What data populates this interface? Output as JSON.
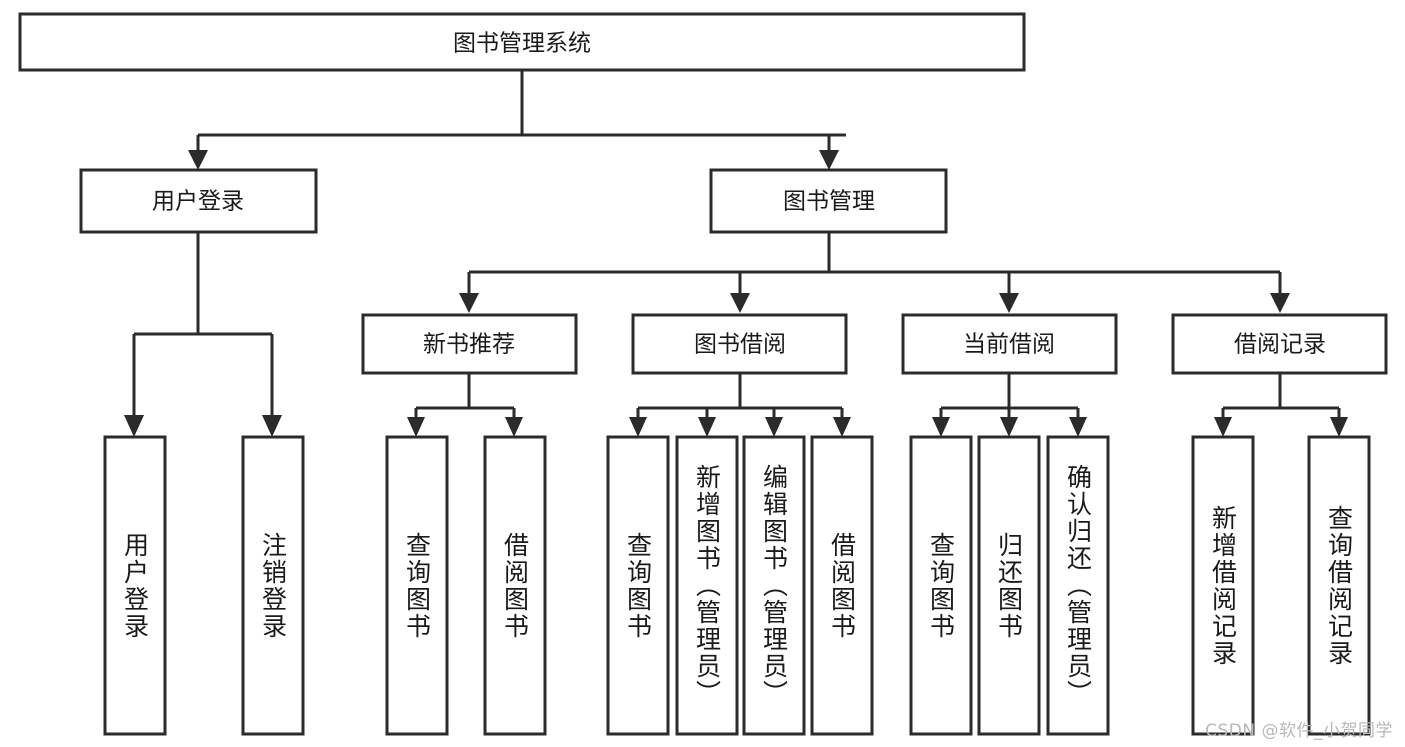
{
  "diagram": {
    "title": "图书管理系统",
    "type": "tree-hierarchy",
    "orientation": "top-down",
    "root": {
      "id": "root",
      "label": "图书管理系统"
    },
    "level2": [
      {
        "id": "user-login",
        "label": "用户登录"
      },
      {
        "id": "book-management",
        "label": "图书管理"
      }
    ],
    "level3": [
      {
        "id": "new-book-recommend",
        "label": "新书推荐",
        "parent": "book-management"
      },
      {
        "id": "book-borrow",
        "label": "图书借阅",
        "parent": "book-management"
      },
      {
        "id": "current-borrow",
        "label": "当前借阅",
        "parent": "book-management"
      },
      {
        "id": "borrow-record",
        "label": "借阅记录",
        "parent": "book-management"
      }
    ],
    "leaves": [
      {
        "id": "leaf-user-login",
        "label": "用户登录",
        "parent": "user-login"
      },
      {
        "id": "leaf-logout-login",
        "label": "注销登录",
        "parent": "user-login"
      },
      {
        "id": "leaf-query-book-1",
        "label": "查询图书",
        "parent": "new-book-recommend"
      },
      {
        "id": "leaf-borrow-book-1",
        "label": "借阅图书",
        "parent": "new-book-recommend"
      },
      {
        "id": "leaf-query-book-2",
        "label": "查询图书",
        "parent": "book-borrow"
      },
      {
        "id": "leaf-add-book-admin",
        "label": "新增图书（管理员）",
        "parent": "book-borrow"
      },
      {
        "id": "leaf-edit-book-admin",
        "label": "编辑图书（管理员）",
        "parent": "book-borrow"
      },
      {
        "id": "leaf-borrow-book-2",
        "label": "借阅图书",
        "parent": "book-borrow"
      },
      {
        "id": "leaf-query-book-3",
        "label": "查询图书",
        "parent": "current-borrow"
      },
      {
        "id": "leaf-return-book",
        "label": "归还图书",
        "parent": "current-borrow"
      },
      {
        "id": "leaf-confirm-return-admin",
        "label": "确认归还（管理员）",
        "parent": "current-borrow"
      },
      {
        "id": "leaf-add-borrow-record",
        "label": "新增借阅记录",
        "parent": "borrow-record"
      },
      {
        "id": "leaf-query-borrow-record",
        "label": "查询借阅记录",
        "parent": "borrow-record"
      }
    ],
    "colors": {
      "stroke": "#2b2b2b",
      "fill": "#ffffff",
      "text": "#1a1a1a",
      "watermark": "#b9b9b9"
    }
  },
  "watermark": {
    "text": "CSDN @软件_小贺同学"
  }
}
